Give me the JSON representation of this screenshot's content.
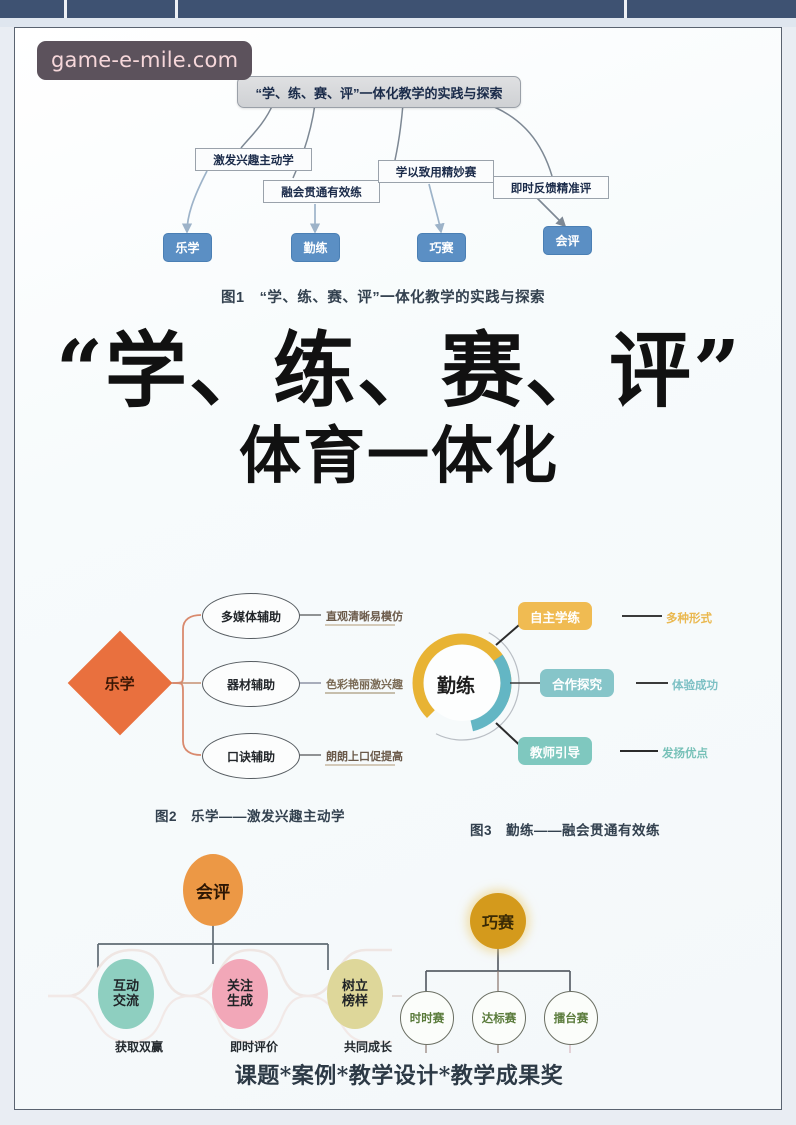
{
  "watermark": {
    "text": "game-e-mile.com"
  },
  "hero": {
    "title_line1": "“学、练、赛、评”",
    "title_line2": "体育一体化"
  },
  "figure1": {
    "root": "“学、练、赛、评”一体化教学的实践与探索",
    "middles": [
      "激发兴趣主动学",
      "融会贯通有效练",
      "学以致用精妙赛",
      "即时反馈精准评"
    ],
    "leaves": [
      "乐学",
      "勤练",
      "巧赛",
      "会评"
    ],
    "caption": "图1　“学、练、赛、评”一体化教学的实践与探索",
    "leaf_color": "#5b8fc4",
    "root_color": "#d5d7da"
  },
  "figure2": {
    "center": "乐学",
    "center_color": "#e9703e",
    "nodes": [
      {
        "name": "多媒体辅助",
        "label": "直观清晰易模仿",
        "label_color": "#6b5a4a"
      },
      {
        "name": "器材辅助",
        "label": "色彩艳丽激兴趣",
        "label_color": "#6b5a4a"
      },
      {
        "name": "口诀辅助",
        "label": "朗朗上口促提高",
        "label_color": "#6b5a4a"
      }
    ],
    "caption": "图2　乐学——激发兴趣主动学"
  },
  "figure3": {
    "center": "勤练",
    "ring_colors": [
      "#e8b334",
      "#63b6c4"
    ],
    "nodes": [
      {
        "name": "自主学练",
        "color": "#f0bb52",
        "label": "多种形式",
        "label_color": "#eab84f"
      },
      {
        "name": "合作探究",
        "color": "#86c5c9",
        "label": "体验成功",
        "label_color": "#7cc0c4"
      },
      {
        "name": "教师引导",
        "color": "#7fc8bf",
        "label": "发扬优点",
        "label_color": "#77c1b8"
      }
    ],
    "caption": "图3　勤练——融会贯通有效练"
  },
  "figure4": {
    "top": "会评",
    "top_color": "#ec9845",
    "nodes": [
      {
        "name": "互动交流",
        "color": "#8ecfc0",
        "caption": "获取双赢"
      },
      {
        "name": "关注生成",
        "color": "#f2a7b8",
        "caption": "即时评价"
      },
      {
        "name": "树立榜样",
        "color": "#ded79a",
        "caption": "共同成长"
      }
    ]
  },
  "figure5": {
    "top": "巧赛",
    "top_color": "#d49a1c",
    "nodes": [
      "时时赛",
      "达标赛",
      "擂台赛"
    ]
  },
  "footer": {
    "caption": "课题*案例*教学设计*教学成果奖"
  }
}
